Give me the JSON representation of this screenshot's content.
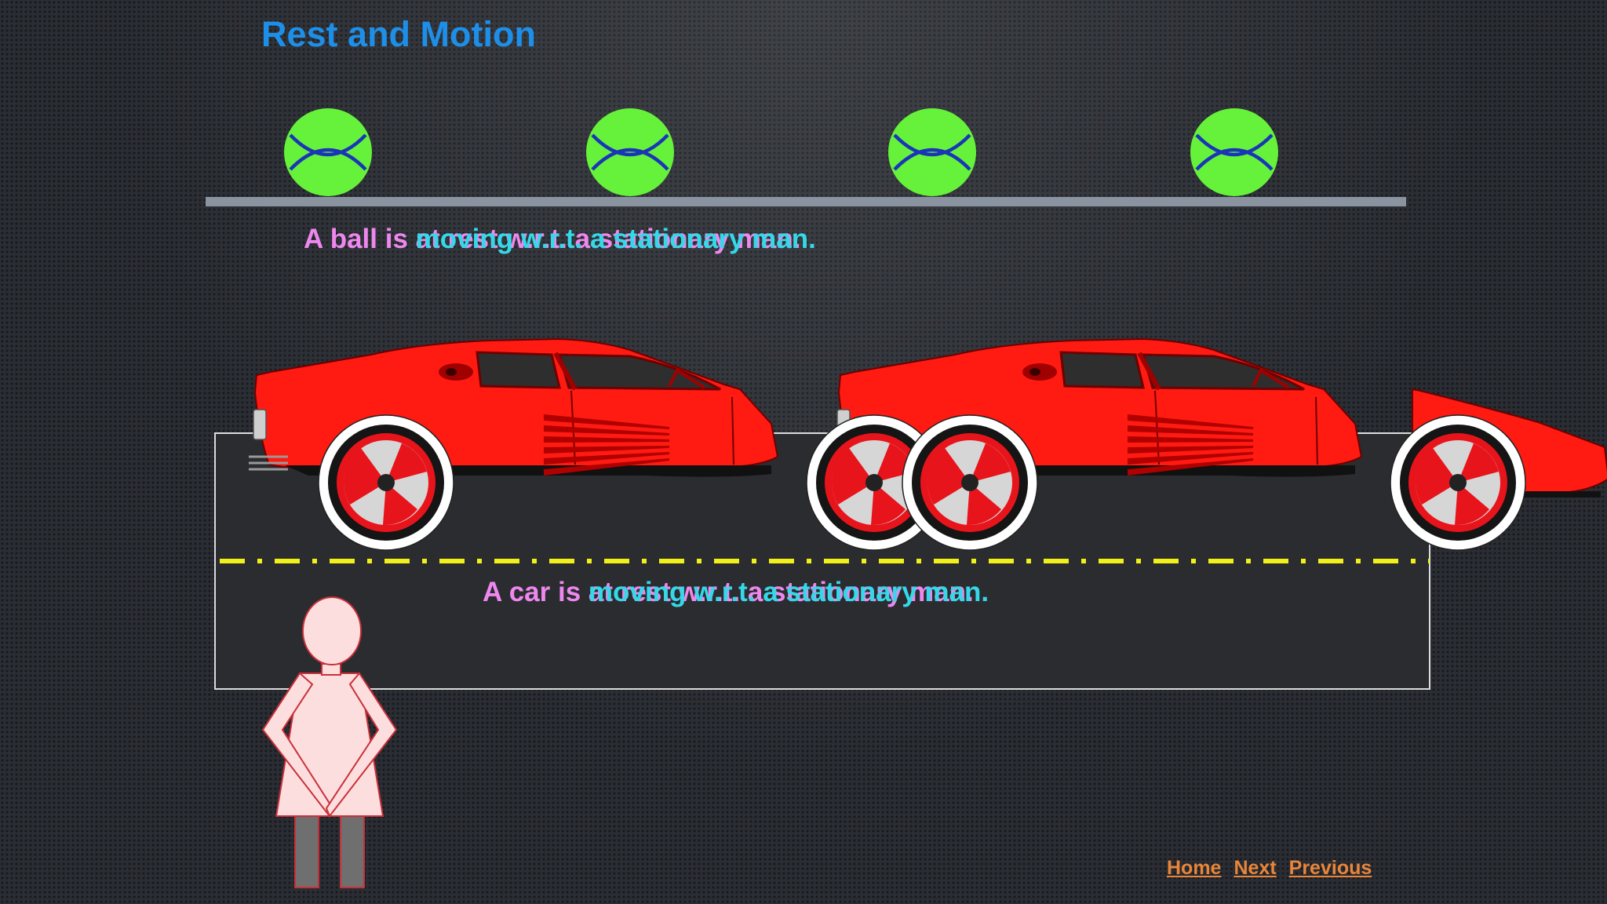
{
  "slide": {
    "title": "Rest and Motion"
  },
  "ball_scene": {
    "caption_lead": "A ball is ",
    "caption_option_rest": "at rest w.r.t. a stationary man.",
    "caption_option_moving": "moving w.r.t. a stationary man.",
    "ball_color": "#66f23a",
    "seam_color": "#1a35b8",
    "track_color": "#8a93a0"
  },
  "car_scene": {
    "caption_lead": "A car is ",
    "caption_option_rest": "at rest w.r.t. a stationary man.",
    "caption_option_moving": "moving w.r.t. a stationary man.",
    "car_color": "#ff1a12",
    "road_line_color": "#f1f01a",
    "road_color": "#2a2c30"
  },
  "man": {
    "body_color": "#fddede",
    "outline_color": "#c9303a",
    "legs_color": "#6f6f6f"
  },
  "navigation": {
    "home_label": "Home",
    "next_label": "Next",
    "previous_label": "Previous",
    "link_color": "#e8853a"
  }
}
